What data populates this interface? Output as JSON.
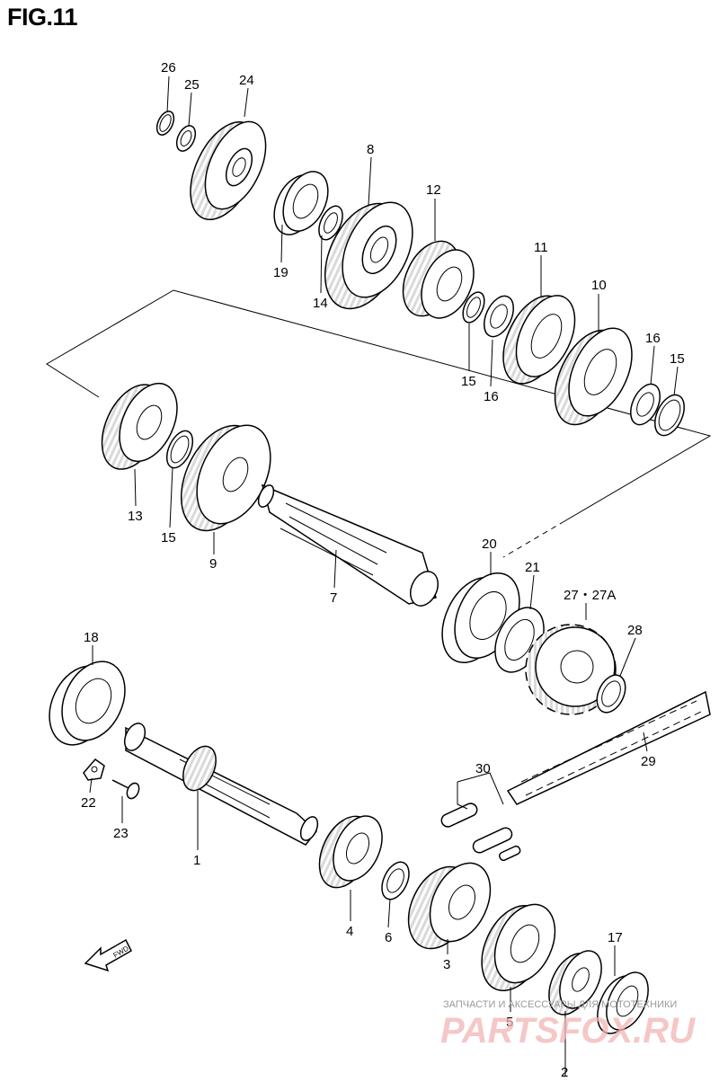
{
  "figure_title": "FIG.11",
  "fwd_label": "FWD",
  "watermark": {
    "line1": "ЗАПЧАСТИ И АКСЕССУАРЫ ДЛЯ МОТОТЕХНИКИ",
    "line2": "PARTSFOX.RU"
  },
  "callouts": {
    "c1": "1",
    "c2": "2",
    "c3": "3",
    "c4": "4",
    "c5": "5",
    "c6": "6",
    "c7": "7",
    "c8": "8",
    "c9": "9",
    "c10": "10",
    "c11": "11",
    "c12": "12",
    "c13": "13",
    "c14": "14",
    "c15a": "15",
    "c15b": "15",
    "c15c": "15",
    "c16a": "16",
    "c16b": "16",
    "c17": "17",
    "c18": "18",
    "c19": "19",
    "c20": "20",
    "c21": "21",
    "c22": "22",
    "c23": "23",
    "c24": "24",
    "c25": "25",
    "c26": "26",
    "c27": "27・27A",
    "c28": "28",
    "c29": "29",
    "c30": "30"
  }
}
